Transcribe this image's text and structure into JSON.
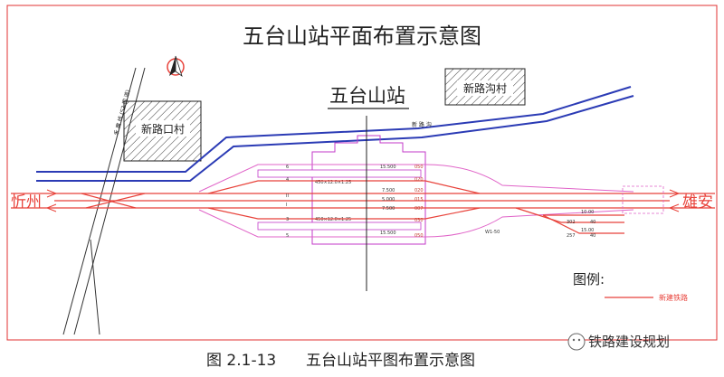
{
  "diagram": {
    "title": "五台山站平面布置示意图",
    "station_name": "五台山站",
    "village_left": "新路口村",
    "village_right": "新路沟村",
    "road_label": "新 路 沟",
    "highway_label": "禾 魔 线 (S2 国 道)",
    "west_city": "忻州",
    "east_city": "雄安",
    "track_labels": [
      "6",
      "4",
      "II",
      "I",
      "3",
      "5"
    ],
    "platform_top_text": "450×12.0×1.25",
    "platform_bottom_text": "450×12.0×1.25",
    "dist_top": "15.500",
    "dist_mid": [
      "7.500",
      "5.000",
      "7.500"
    ],
    "dist_bottom": "15.500",
    "right_codes": [
      "050",
      "020",
      "020",
      "015",
      "007",
      "030",
      "050"
    ],
    "turnout_label": "W1-50",
    "right_small": [
      "10.00",
      "15.00",
      "302",
      "257",
      "40",
      "40"
    ]
  },
  "legend": {
    "title": "图例:",
    "new_rail": "新建铁路"
  },
  "caption": {
    "number": "图  2.1-13",
    "text": "五台山站平图布置示意图"
  },
  "watermark": {
    "text": "铁路建设规划"
  },
  "colors": {
    "track_red": "#e8423a",
    "track_pink": "#e064c8",
    "road_blue": "#2b3bb5",
    "border_red": "#e03030"
  }
}
